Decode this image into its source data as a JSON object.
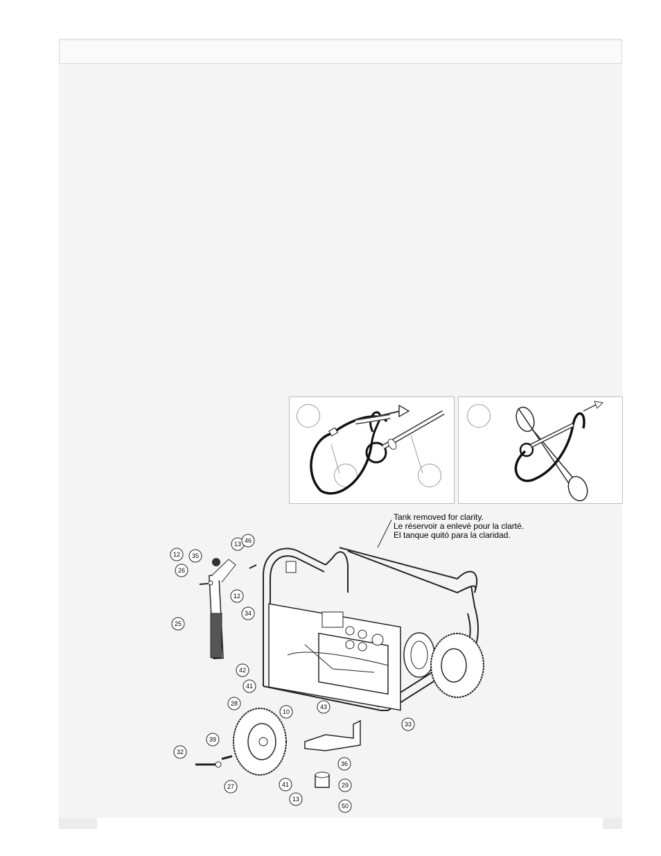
{
  "note": {
    "line1": "Tank removed for clarity.",
    "line2": "Le réservoir a enlevé pour la clarté.",
    "line3": "El tanque quitó para la claridad."
  },
  "part_labels": [
    "12",
    "35",
    "13",
    "46",
    "26",
    "12",
    "34",
    "25",
    "42",
    "41",
    "33",
    "28",
    "10",
    "43",
    "39",
    "36",
    "32",
    "27",
    "41",
    "29",
    "13",
    "50"
  ]
}
